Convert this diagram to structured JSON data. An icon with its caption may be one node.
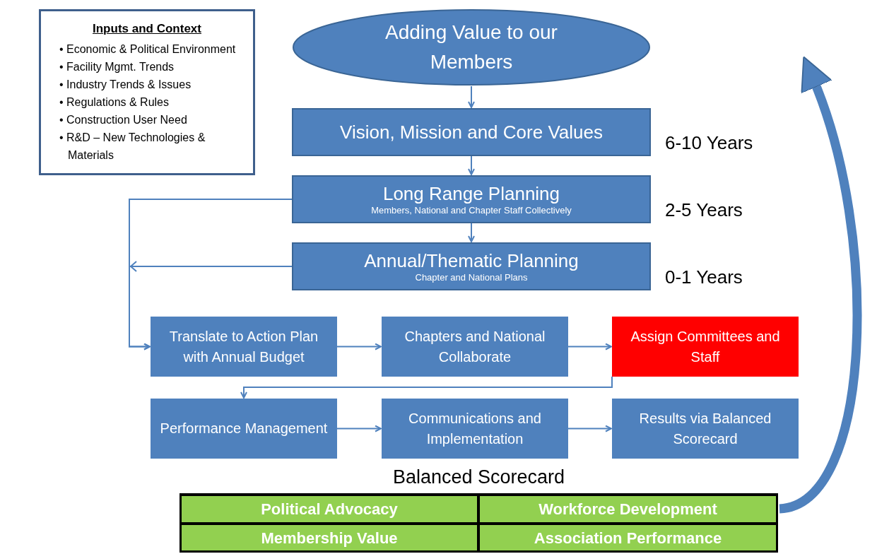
{
  "diagram": {
    "nodes": [
      {
        "text": [
          "Inputs and Context",
          "• Economic & Political Environment",
          "• Facility Mgmt. Trends",
          "• Industry Trends & Issues",
          "• Regulations & Rules",
          "• Construction User Need",
          "• R&D – New Technologies & Materials"
        ]
      },
      {
        "text": [
          "Adding Value to our Members"
        ]
      },
      {
        "text": [
          "Vision, Mission and Core Values"
        ],
        "beside": [
          "6-10 Years"
        ]
      },
      {
        "text": [
          "Long Range Planning",
          "Members, National and Chapter Staff Collectively"
        ],
        "beside": [
          "2-5 Years"
        ]
      },
      {
        "text": [
          "Annual/Thematic Planning",
          "Chapter and National Plans"
        ],
        "beside": [
          "0-1 Years"
        ]
      },
      {
        "text": [
          "Translate to Action Plan with Annual Budget"
        ]
      },
      {
        "text": [
          "Chapters and National Collaborate"
        ]
      },
      {
        "text": [
          "Assign Committees and Staff"
        ]
      },
      {
        "text": [
          "Performance Management"
        ]
      },
      {
        "text": [
          "Communications and Implementation"
        ]
      },
      {
        "text": [
          "Results via Balanced Scorecard"
        ]
      },
      {
        "text": [
          "Balanced Scorecard"
        ]
      },
      {
        "text": [
          "Political Advocacy"
        ],
        "in": 11
      },
      {
        "text": [
          "Workforce Development"
        ],
        "in": 11
      },
      {
        "text": [
          "Membership Value"
        ],
        "in": 11
      },
      {
        "text": [
          "Association Performance"
        ],
        "in": 11
      }
    ],
    "edges": [
      {
        "from": 1,
        "to": 2,
        "arrow": "to"
      },
      {
        "from": 2,
        "to": 3,
        "arrow": "to"
      },
      {
        "from": 3,
        "to": 4,
        "arrow": "to"
      },
      {
        "from": 3,
        "to": 5,
        "arrow": "to"
      },
      {
        "from": 4,
        "to": 5,
        "arrow": "to"
      },
      {
        "from": 5,
        "to": 6,
        "arrow": "to"
      },
      {
        "from": 6,
        "to": 7,
        "arrow": "to"
      },
      {
        "from": 7,
        "to": 8,
        "arrow": "to"
      },
      {
        "from": 8,
        "to": 9,
        "arrow": "to"
      },
      {
        "from": 9,
        "to": 10,
        "arrow": "to"
      },
      {
        "from": 11,
        "to": null,
        "arrow": "to",
        "style": "thick"
      }
    ]
  }
}
